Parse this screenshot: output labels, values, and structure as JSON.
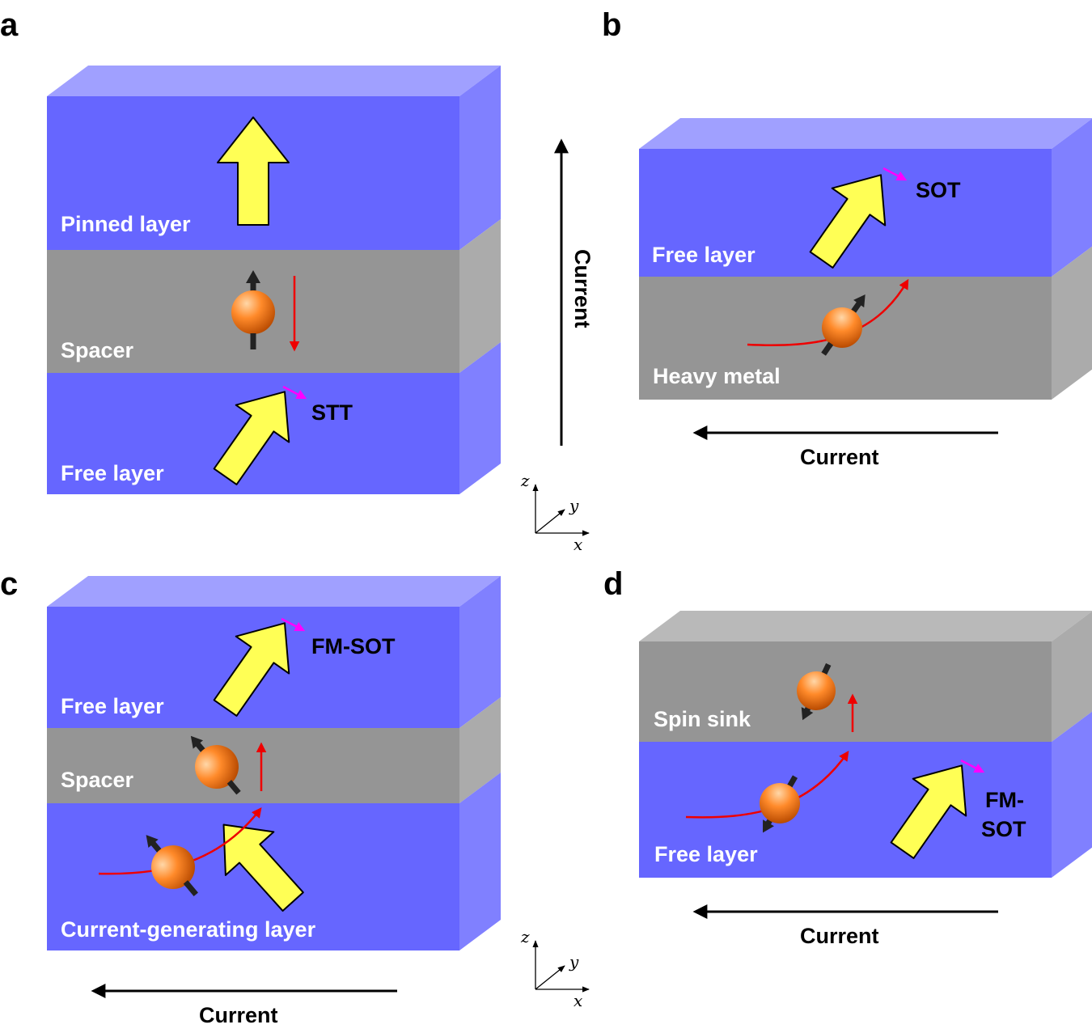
{
  "panels": {
    "a": {
      "label": "a",
      "layers": [
        "Pinned layer",
        "Spacer",
        "Free layer"
      ],
      "torque": "STT",
      "current": "Current"
    },
    "b": {
      "label": "b",
      "layers": [
        "Free layer",
        "Heavy metal"
      ],
      "torque": "SOT",
      "current": "Current"
    },
    "c": {
      "label": "c",
      "layers": [
        "Free layer",
        "Spacer",
        "Current-generating layer"
      ],
      "torque": "FM-SOT",
      "current": "Current"
    },
    "d": {
      "label": "d",
      "layers": [
        "Spin sink",
        "Free layer"
      ],
      "torque_lines": [
        "FM-",
        "SOT"
      ],
      "current": "Current"
    }
  },
  "axes": {
    "z": "z",
    "y": "y",
    "x": "x"
  },
  "colors": {
    "ferromagnet_front": "#6666ff",
    "ferromagnet_top": "#a0a0ff",
    "ferromagnet_side": "#8080ff",
    "nonmagnet_front": "#959595",
    "nonmagnet_top": "#b9b9b9",
    "nonmagnet_side": "#ababab",
    "magnetization_arrow": "#ffff55",
    "torque_arrow": "#ff00ff",
    "spin_current_arrow": "#ee0000",
    "electron": "#ff7a1a"
  },
  "icons": [
    "magnetization-arrow",
    "electron-spin",
    "torque-arrow",
    "current-arrow",
    "axis-triad"
  ]
}
